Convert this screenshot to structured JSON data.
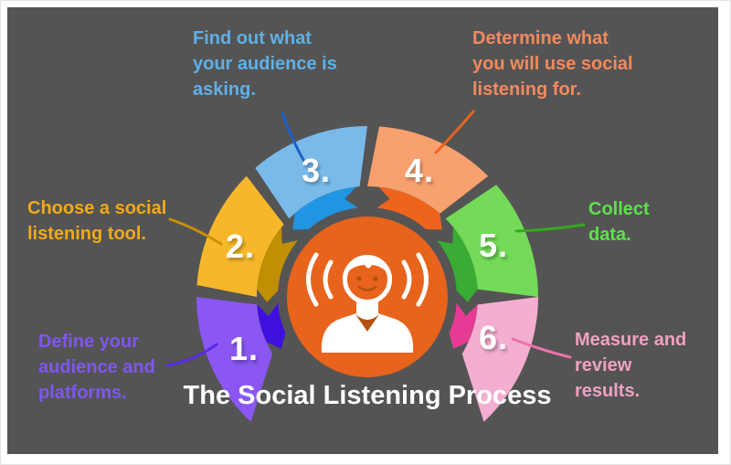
{
  "frame": {
    "background": "#ffffff",
    "panel_color": "#545454"
  },
  "title": {
    "line1": "The Social",
    "line2": "Listening Process",
    "color": "#ffffff"
  },
  "center": {
    "icon": "listening-person-icon",
    "color": "#e8631c",
    "icon_color": "#ffffff",
    "face_mark_color": "#b5500f"
  },
  "steps": [
    {
      "number": "1.",
      "label": "Define your audience and platforms.",
      "label_lines": [
        "Define your",
        "audience and",
        "platforms."
      ],
      "petal_color": "#8a57f2",
      "band_color": "#3e0fdd",
      "text_color": "#7e57f0",
      "line_color": "#5b2be8"
    },
    {
      "number": "2.",
      "label": "Choose a social listening tool.",
      "label_lines": [
        "Choose a social",
        "listening tool."
      ],
      "petal_color": "#f6b82a",
      "band_color": "#c18f03",
      "text_color": "#f2a918",
      "line_color": "#c79203"
    },
    {
      "number": "3.",
      "label": "Find out what your audience is asking.",
      "label_lines": [
        "Find out what",
        "your audience is",
        "asking."
      ],
      "petal_color": "#79bae9",
      "band_color": "#2095e2",
      "text_color": "#5fb0e6",
      "line_color": "#1b5fc9"
    },
    {
      "number": "4.",
      "label": "Determine what you will use social listening for.",
      "label_lines": [
        "Determine what",
        "you will use social",
        "listening for."
      ],
      "petal_color": "#f8a06e",
      "band_color": "#ef641c",
      "text_color": "#f28a5c",
      "line_color": "#e8641f"
    },
    {
      "number": "5.",
      "label": "Collect data.",
      "label_lines": [
        "Collect",
        "data."
      ],
      "petal_color": "#74da58",
      "band_color": "#38ac33",
      "text_color": "#5ce24a",
      "line_color": "#35a81e"
    },
    {
      "number": "6.",
      "label": "Measure and review results.",
      "label_lines": [
        "Measure and",
        "review",
        "results."
      ],
      "petal_color": "#f3aed0",
      "band_color": "#e73a95",
      "text_color": "#f0a0c4",
      "line_color": "#ef72a8"
    }
  ]
}
